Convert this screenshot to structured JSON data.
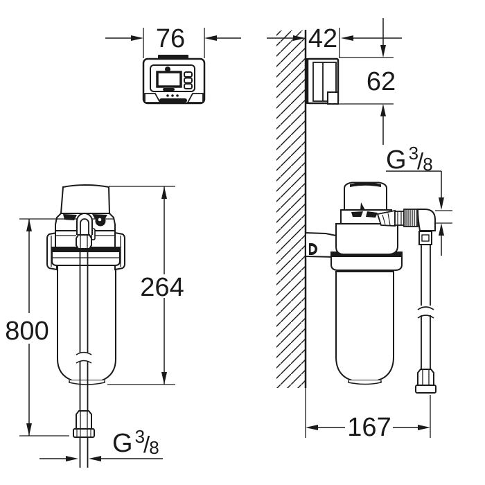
{
  "drawing": {
    "background": "#ffffff",
    "line_color": "#1a1a1a"
  },
  "dimensions": {
    "controller_width": "76",
    "controller_depth": "42",
    "controller_height": "62",
    "filter_height": "264",
    "hose_length": "800",
    "wall_to_hose": "167",
    "filter_outlet_thread": {
      "prefix": "G",
      "numerator": "3",
      "separator": "/",
      "denominator": "8"
    },
    "hose_thread": {
      "prefix": "G",
      "numerator": "3",
      "separator": "/",
      "denominator": "8"
    }
  }
}
